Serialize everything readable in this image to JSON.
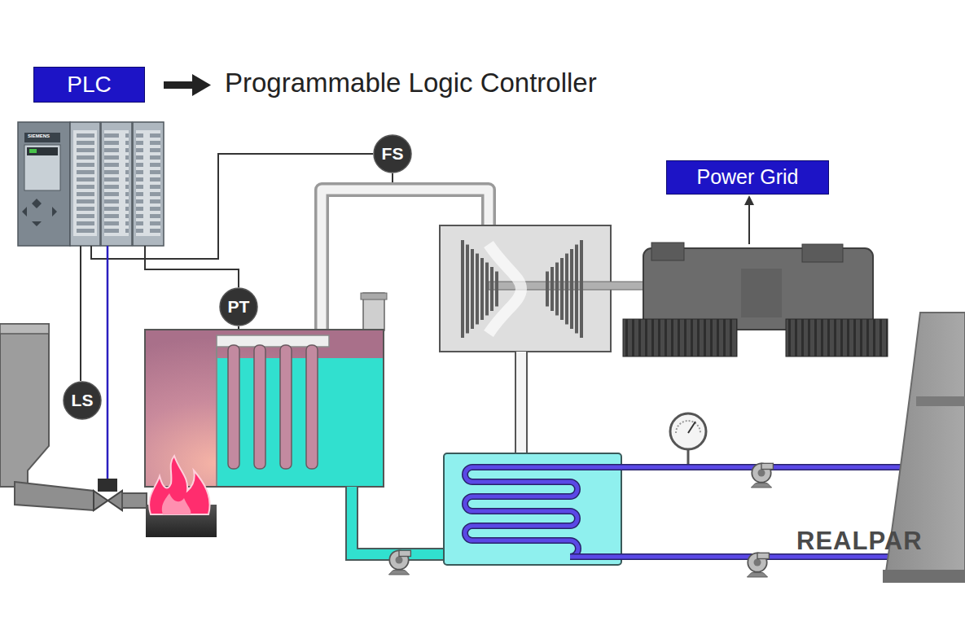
{
  "diagram": {
    "nodes": [
      {
        "text": [
          "PLC"
        ]
      },
      {
        "text": [
          "FS"
        ]
      },
      {
        "text": [
          "Power Grid"
        ]
      },
      {
        "text": [
          "PT"
        ]
      },
      {
        "text": [
          "LS"
        ]
      }
    ],
    "labels": [
      "Programmable Logic Controller",
      "SIEMENS",
      "REALPAR"
    ]
  }
}
